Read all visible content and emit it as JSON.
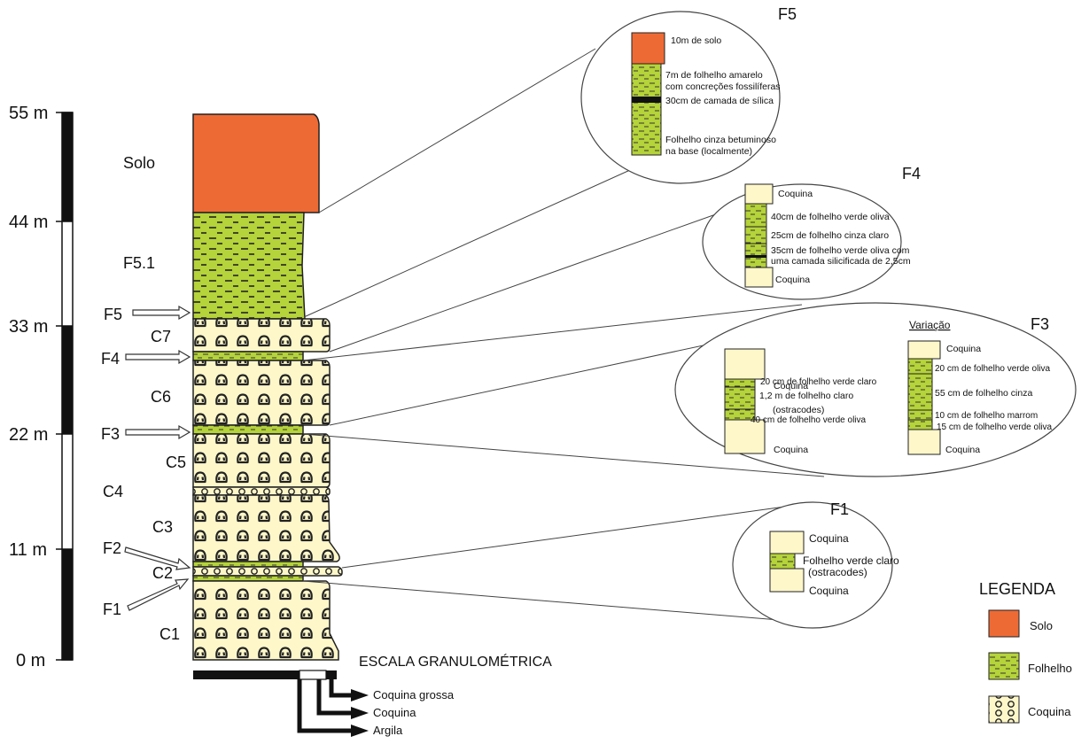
{
  "colors": {
    "solo": "#ee6a35",
    "folhelho": "#b5d33a",
    "coquina": "#fdf7c9",
    "outline": "#222222"
  },
  "scale": {
    "labels": [
      "0 m",
      "11 m",
      "22 m",
      "33 m",
      "44 m",
      "55 m"
    ]
  },
  "units": {
    "solo": "Solo",
    "f51": "F5.1",
    "c7": "C7",
    "c6": "C6",
    "c5": "C5",
    "c4": "C4",
    "c3": "C3",
    "c2": "C2",
    "c1": "C1"
  },
  "markers": {
    "f5": "F5",
    "f4": "F4",
    "f3": "F3",
    "f2": "F2",
    "f1": "F1"
  },
  "grain_scale": {
    "title": "ESCALA GRANULOMÉTRICA",
    "items": [
      "Coquina grossa",
      "Coquina",
      "Argila"
    ]
  },
  "detail_f5": {
    "title": "F5",
    "lines": [
      "10m de solo",
      "7m de folhelho amarelo",
      "com concreções fossilíferas",
      "30cm de camada de sílica",
      "Folhelho cinza betuminoso",
      "na base (localmente)"
    ]
  },
  "detail_f4": {
    "title": "F4",
    "lines": [
      "Coquina",
      "40cm de folhelho verde oliva",
      "25cm de folhelho cinza claro",
      "35cm de folhelho verde oliva com",
      "uma camada silicificada de 2,5cm",
      "Coquina"
    ]
  },
  "detail_f3": {
    "title": "F3",
    "variation_label": "Variação",
    "left_lines": [
      "Coquina",
      "20 cm de folhelho verde claro",
      "1,2 m de folhelho claro",
      "(ostracodes)",
      "40 cm de folhelho verde oliva",
      "Coquina"
    ],
    "right_lines": [
      "Coquina",
      "20 cm de folhelho verde oliva",
      "55 cm de folhelho cinza",
      "10 cm de folhelho marrom",
      "15 cm de folhelho verde oliva",
      "Coquina"
    ]
  },
  "detail_f1": {
    "title": "F1",
    "lines": [
      "Coquina",
      "Folhelho verde claro",
      "(ostracodes)",
      "Coquina"
    ]
  },
  "legend": {
    "title": "LEGENDA",
    "items": [
      "Solo",
      "Folhelho",
      "Coquina"
    ]
  }
}
